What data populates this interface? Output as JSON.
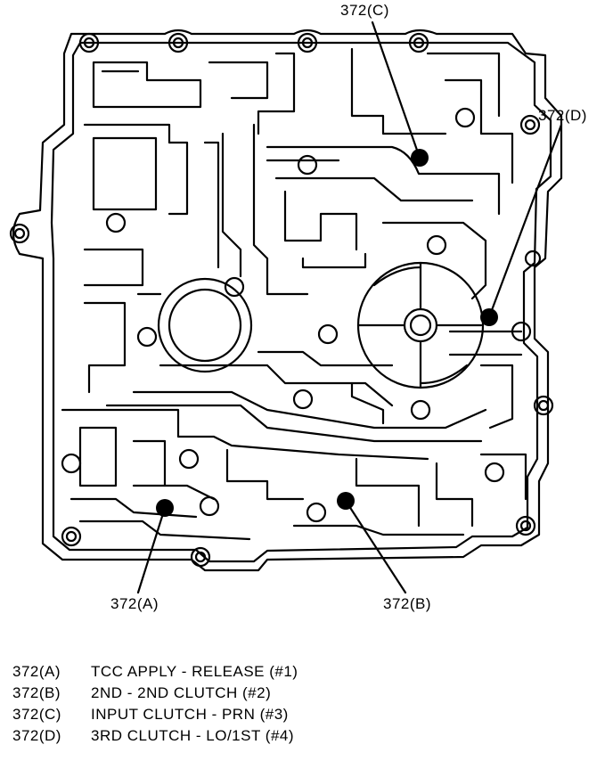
{
  "callouts": {
    "a": "372(A)",
    "b": "372(B)",
    "c": "372(C)",
    "d": "372(D)"
  },
  "legend": [
    {
      "code": "372(A)",
      "text": "TCC APPLY - RELEASE (#1)"
    },
    {
      "code": "372(B)",
      "text": "2ND - 2ND CLUTCH (#2)"
    },
    {
      "code": "372(C)",
      "text": "INPUT CLUTCH - PRN (#3)"
    },
    {
      "code": "372(D)",
      "text": "3RD CLUTCH - LO/1ST (#4)"
    }
  ],
  "colors": {
    "ink": "#000000",
    "paper": "#ffffff"
  }
}
